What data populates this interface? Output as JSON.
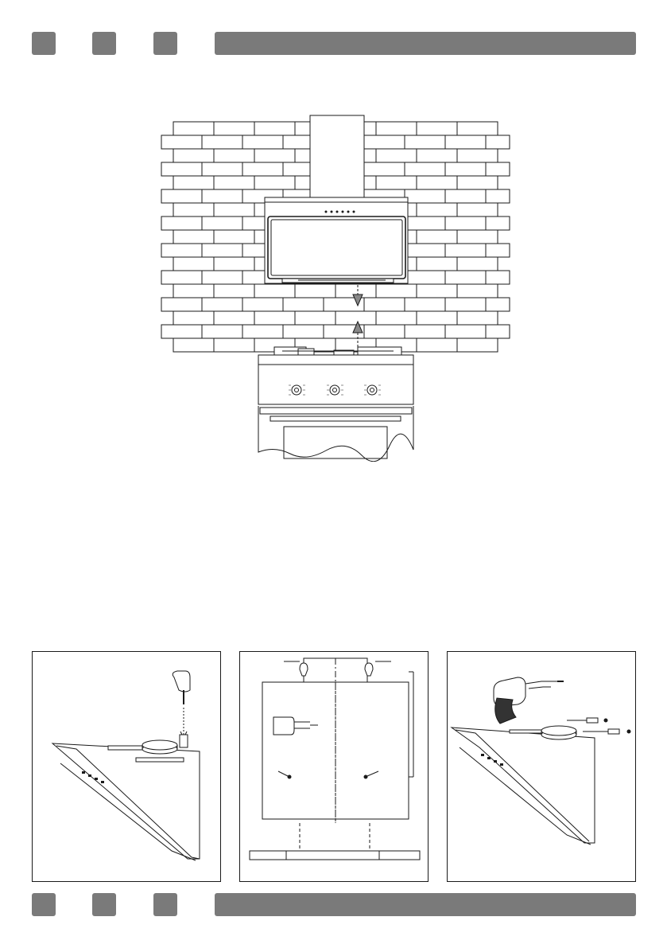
{
  "colors": {
    "bar": "#7a7a7a",
    "line": "#1a1a1a",
    "hood_shade": "#dddddd"
  },
  "header": {
    "boxes": [
      "",
      "",
      ""
    ],
    "title": ""
  },
  "footer": {
    "boxes": [
      "",
      "",
      ""
    ],
    "title": ""
  },
  "figures": {
    "main_installation": {
      "icon": "hood-over-cooker-installation-illustration"
    },
    "steps": [
      {
        "icon": "screw-fixing-step-illustration"
      },
      {
        "icon": "wall-drilling-template-illustration"
      },
      {
        "icon": "drill-and-plugs-step-illustration"
      }
    ]
  }
}
